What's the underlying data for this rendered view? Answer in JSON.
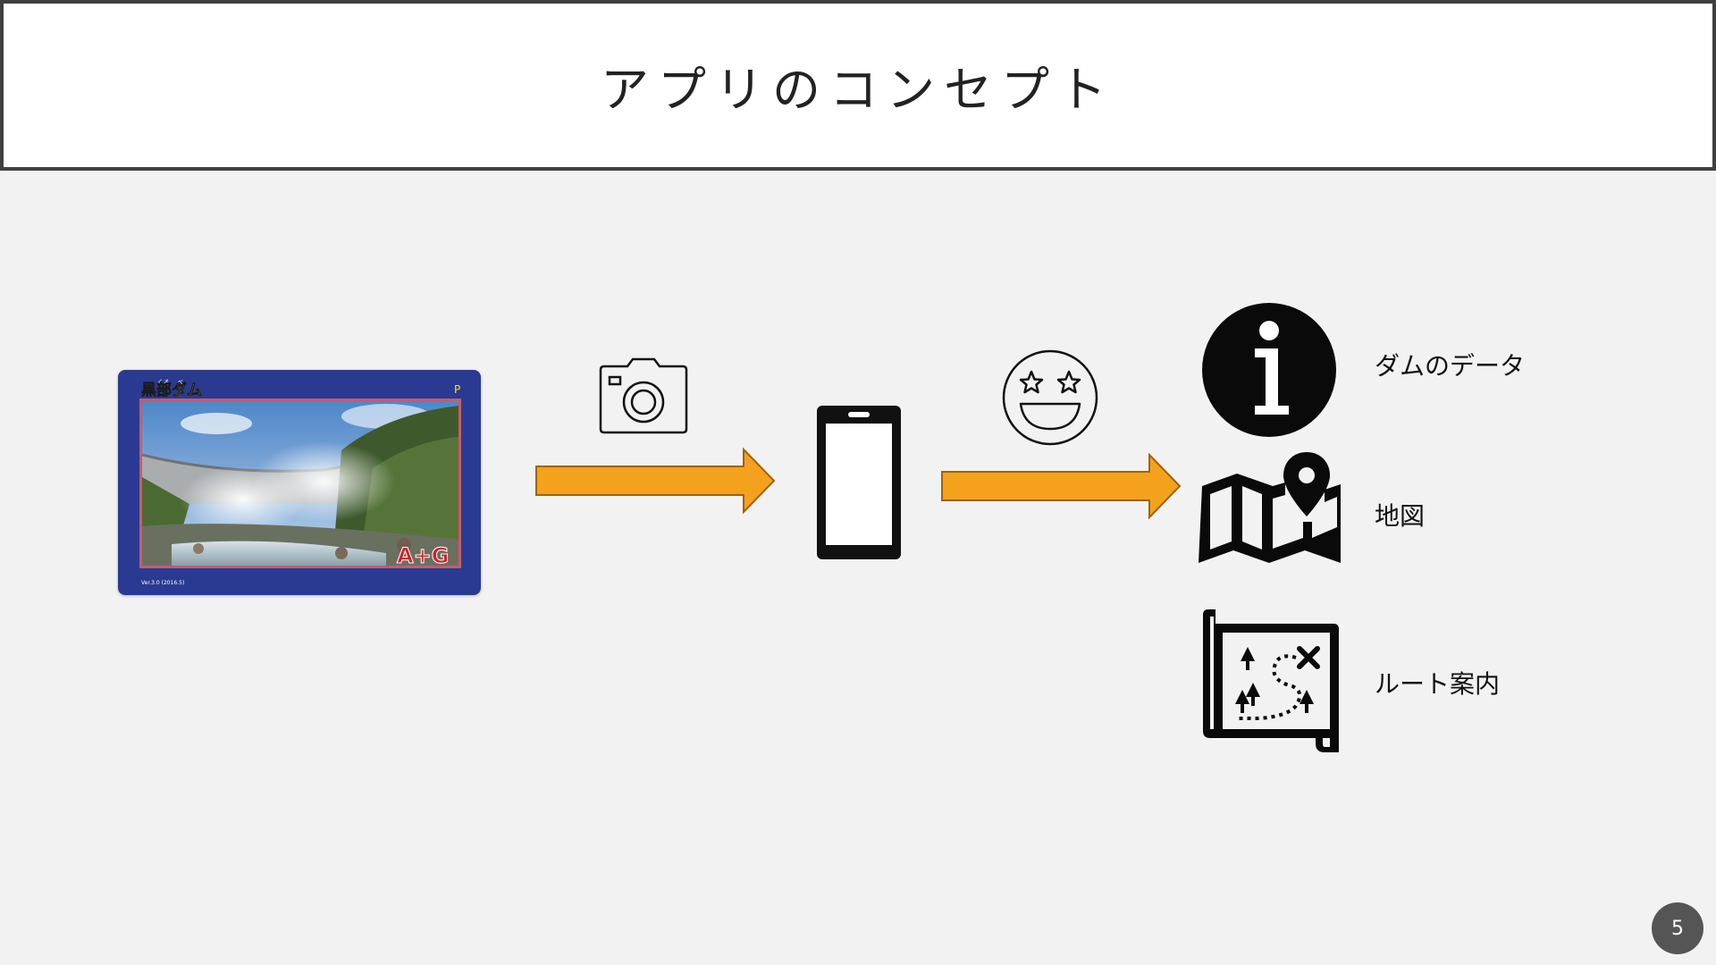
{
  "slide": {
    "title": "アプリのコンセプト",
    "page_number": "5"
  },
  "card": {
    "name": "黒部ダム",
    "furigana_1": "くろ",
    "furigana_2": "べ",
    "letter": "P",
    "classification": "A+G",
    "version": "Ver.3.0 (2016.5)"
  },
  "icons": {
    "camera": "camera-icon",
    "phone": "smartphone-icon",
    "face": "star-eyes-face-icon",
    "info": "info-icon",
    "map": "map-pin-icon",
    "route": "treasure-route-map-icon"
  },
  "features": [
    {
      "label": "ダムのデータ"
    },
    {
      "label": "地図"
    },
    {
      "label": "ルート案内"
    }
  ],
  "colors": {
    "arrow_fill": "#F4A21D",
    "arrow_stroke": "#A0620A",
    "card_blue": "#2A3A92",
    "card_title_yellow": "#F2E21A",
    "card_badge_red": "#D81F2A"
  }
}
